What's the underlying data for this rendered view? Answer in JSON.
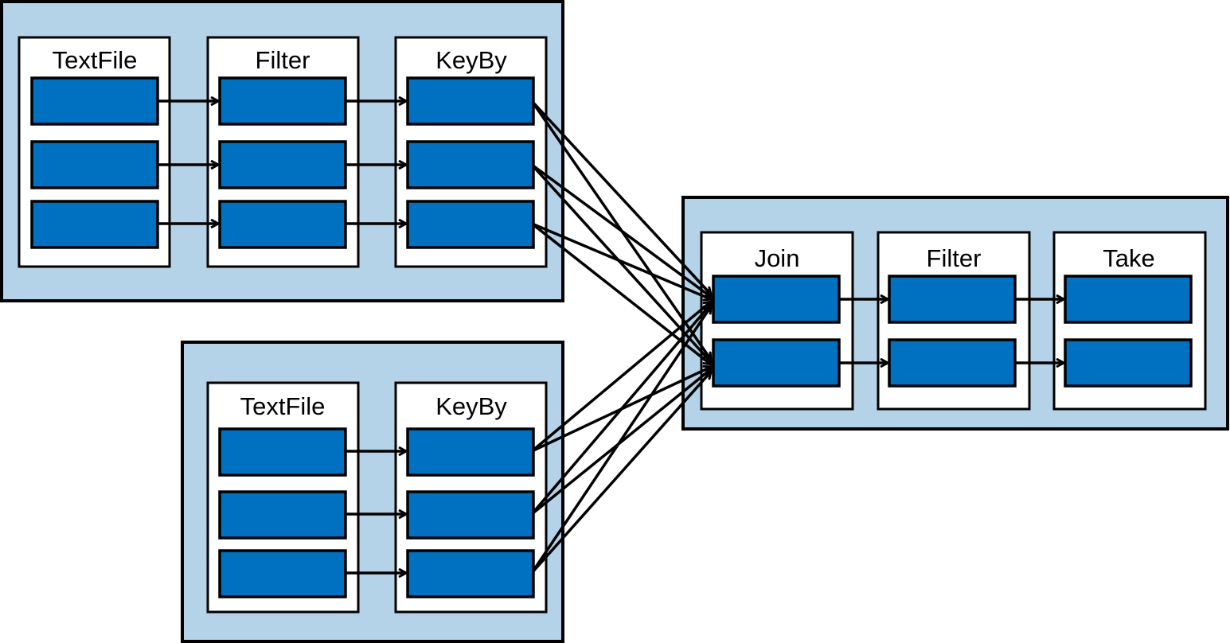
{
  "colors": {
    "stage_background": "#b5d3e8",
    "partition": "#0070c0",
    "operator_box": "#ffffff",
    "line": "#000000"
  },
  "stages": [
    {
      "operators": [
        {
          "label": "TextFile",
          "partitions": 3
        },
        {
          "label": "Filter",
          "partitions": 3
        },
        {
          "label": "KeyBy",
          "partitions": 3
        }
      ]
    },
    {
      "operators": [
        {
          "label": "TextFile",
          "partitions": 3
        },
        {
          "label": "KeyBy",
          "partitions": 3
        }
      ]
    },
    {
      "operators": [
        {
          "label": "Join",
          "partitions": 2
        },
        {
          "label": "Filter",
          "partitions": 2
        },
        {
          "label": "Take",
          "partitions": 2
        }
      ]
    }
  ]
}
